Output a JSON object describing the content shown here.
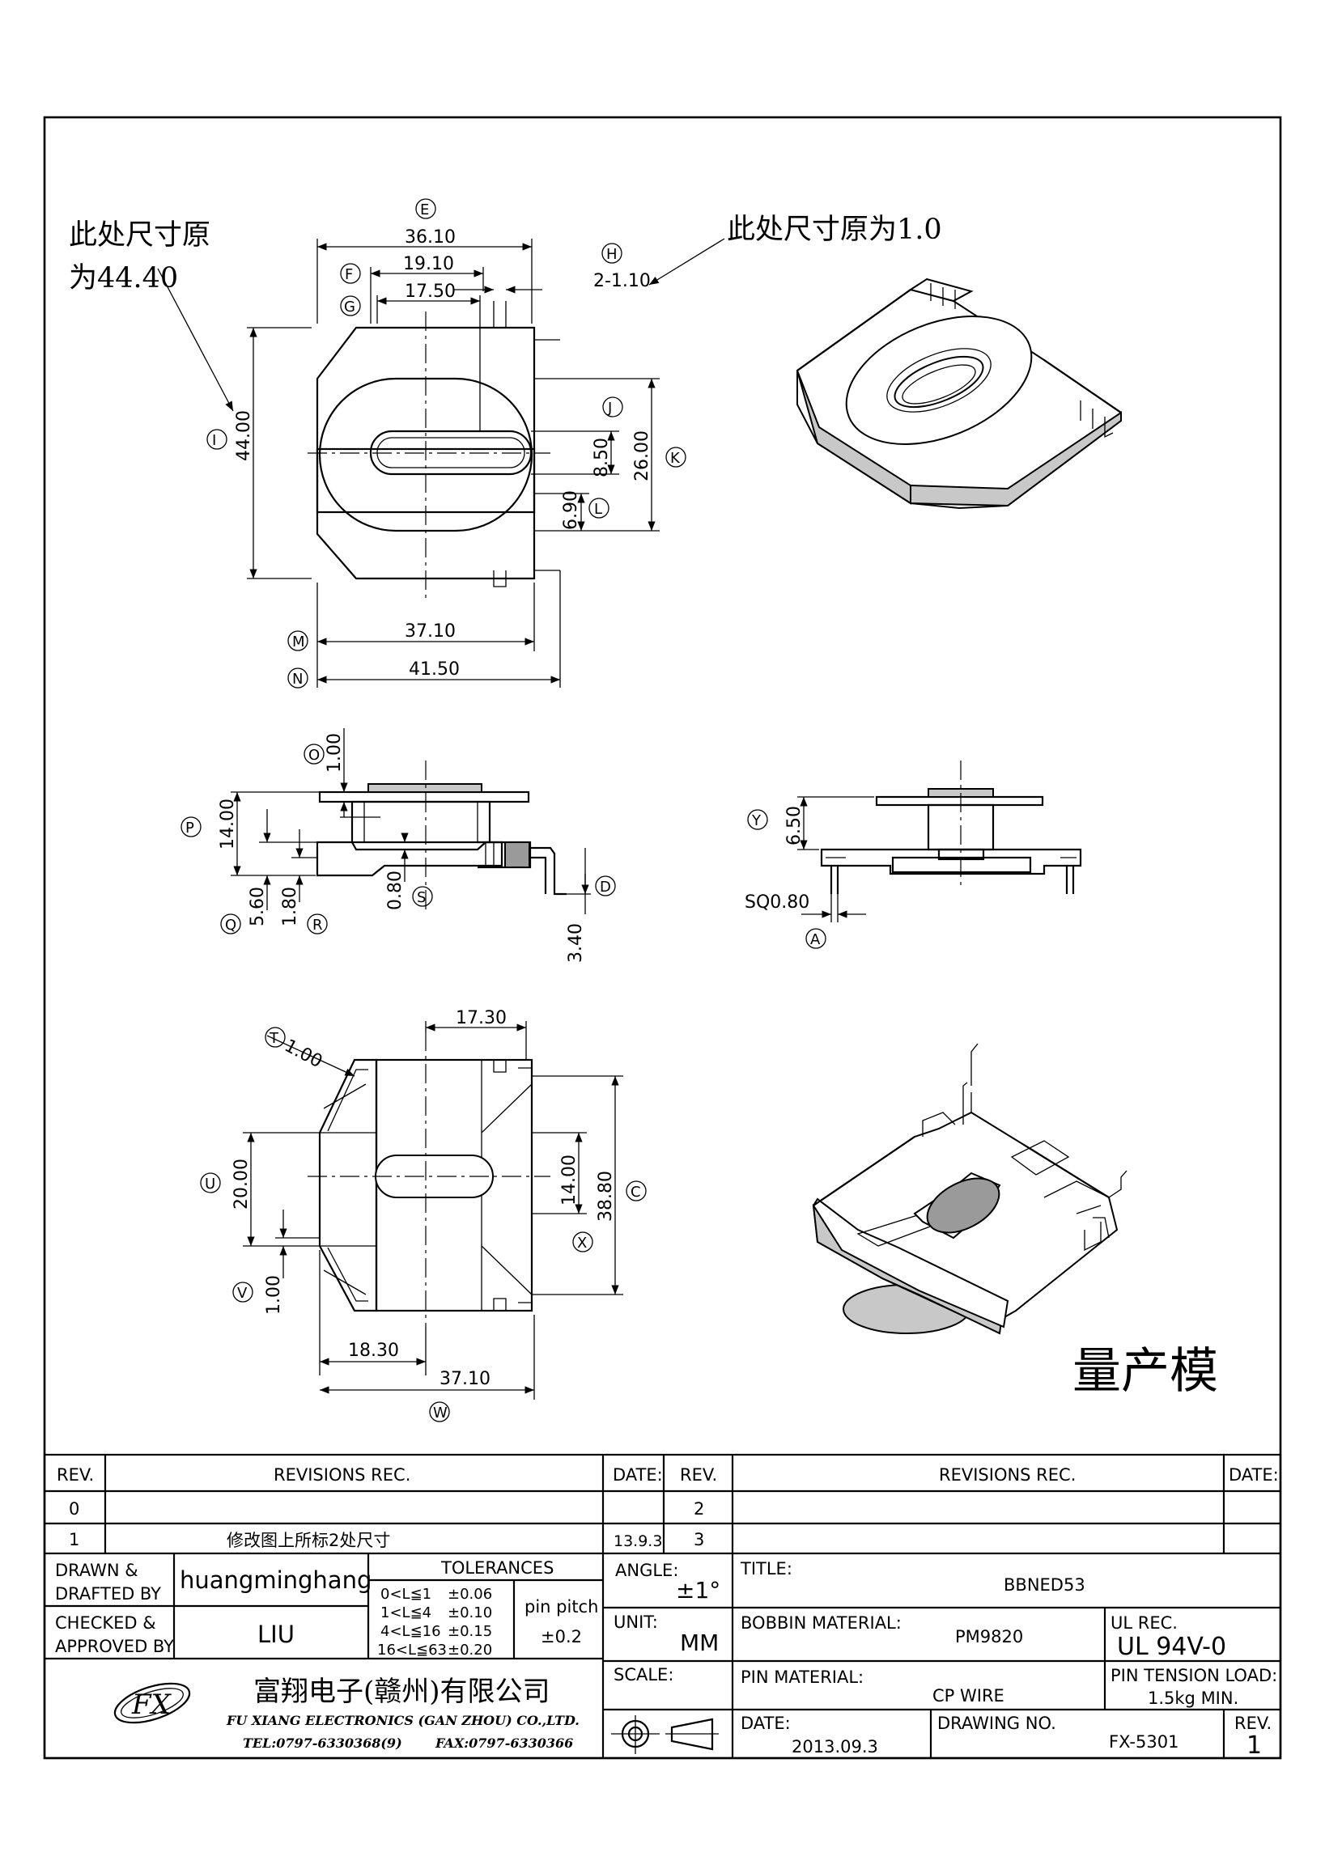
{
  "notes": {
    "left_note_line1": "此处尺寸原",
    "left_note_line2": "为44.40",
    "right_note": "此处尺寸原为1.0",
    "stamp": "量产模"
  },
  "top_view": {
    "dims": {
      "E": "36.10",
      "F": "19.10",
      "G": "17.50",
      "H": "2-1.10",
      "I": "44.00",
      "J": "8.50",
      "K": "26.00",
      "L": "6.90",
      "M": "37.10",
      "N": "41.50"
    }
  },
  "front_view": {
    "dims": {
      "O": "1.00",
      "P": "14.00",
      "Q": "5.60",
      "R": "1.80",
      "S": "0.80",
      "D": "3.40"
    }
  },
  "side_view": {
    "dims": {
      "Y": "6.50",
      "A": "SQ0.80"
    }
  },
  "bottom_view": {
    "dims": {
      "T": "1.00",
      "top_width": "17.30",
      "U": "20.00",
      "C": "38.80",
      "X": "14.00",
      "V": "1.00",
      "half_width": "18.30",
      "W": "37.10"
    }
  },
  "labels": [
    "E",
    "F",
    "G",
    "H",
    "I",
    "J",
    "K",
    "L",
    "M",
    "N",
    "O",
    "P",
    "Q",
    "R",
    "S",
    "D",
    "Y",
    "A",
    "T",
    "U",
    "C",
    "X",
    "V",
    "W"
  ],
  "title_block": {
    "rev_header": "REV.",
    "revisions_header": "REVISIONS    REC.",
    "date_header": "DATE:",
    "rev_rows": [
      {
        "rev": "0",
        "text": "",
        "date": ""
      },
      {
        "rev": "1",
        "text": "修改图上所标2处尺寸",
        "date": "13.9.3"
      }
    ],
    "rev_rows_right": [
      {
        "rev": "2",
        "text": "",
        "date": ""
      },
      {
        "rev": "3",
        "text": "",
        "date": ""
      }
    ],
    "drawn_label_1": "DRAWN &",
    "drawn_label_2": "DRAFTED BY",
    "drawn_by": "huangminghang",
    "checked_label_1": "CHECKED &",
    "checked_label_2": "APPROVED BY",
    "checked_by": "LIU",
    "tolerances_title": "TOLERANCES",
    "tolerances": [
      {
        "range": "0<L≦1",
        "tol": "±0.06"
      },
      {
        "range": "1<L≦4",
        "tol": "±0.10"
      },
      {
        "range": "4<L≦16",
        "tol": "±0.15"
      },
      {
        "range": "16<L≦63",
        "tol": "±0.20"
      }
    ],
    "pin_pitch_label": "pin pitch",
    "pin_pitch_value": "±0.2",
    "angle_label": "ANGLE:",
    "angle_value": "±1°",
    "unit_label": "UNIT:",
    "unit_value": "MM",
    "scale_label": "SCALE:",
    "title_label": "TITLE:",
    "title_value": "BBNED53",
    "bobbin_material_label": "BOBBIN MATERIAL:",
    "bobbin_material_value": "PM9820",
    "ul_rec_label": "UL REC.",
    "ul_rec_value": "UL  94V-0",
    "pin_material_label": "PIN MATERIAL:",
    "pin_material_value": "CP WIRE",
    "pin_tension_label": "PIN TENSION LOAD:",
    "pin_tension_value": "1.5kg MIN.",
    "date_label": "DATE:",
    "date_value": "2013.09.3",
    "drawing_no_label": "DRAWING NO.",
    "drawing_no_value": "FX-5301",
    "rev_label": "REV.",
    "rev_value": "1",
    "company_cn": "富翔电子(赣州)有限公司",
    "company_en": "FU XIANG ELECTRONICS (GAN ZHOU) CO.,LTD.",
    "company_tel": "TEL:0797-6330368(9)",
    "company_fax": "FAX:0797-6330366",
    "logo_text": "FX"
  }
}
